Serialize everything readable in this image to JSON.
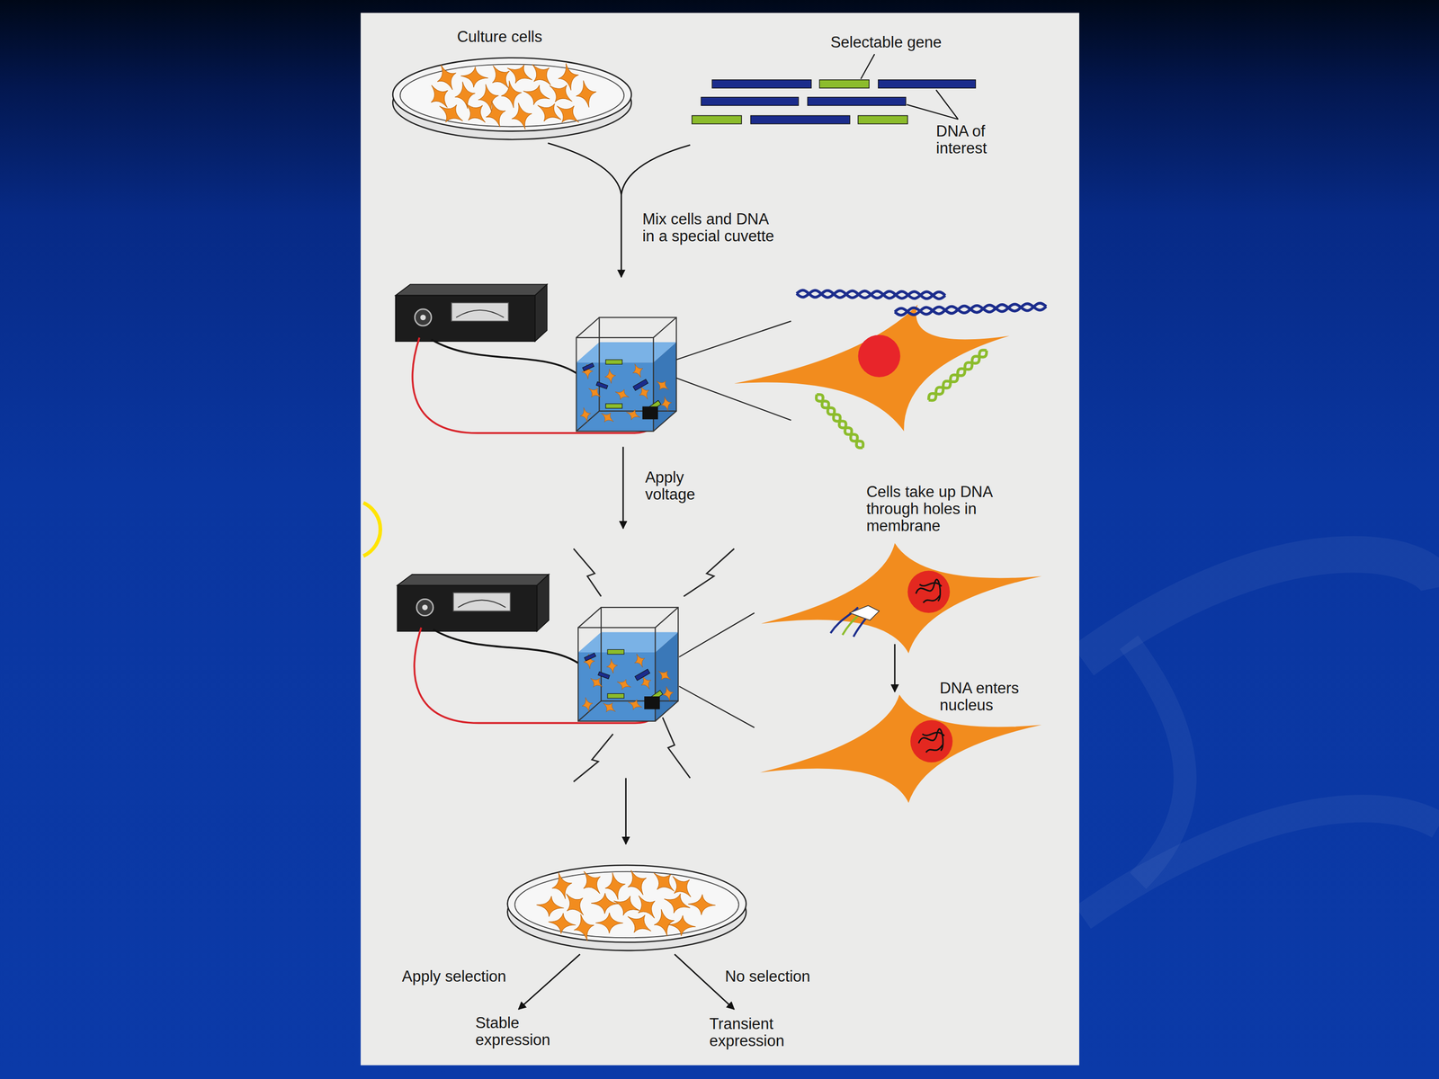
{
  "diagram": {
    "labels": [
      "Culture cells",
      "Selectable gene",
      "DNA of interest",
      "Mix cells and DNA in a special cuvette",
      "Apply voltage",
      "Cells take up DNA through holes in membrane",
      "DNA enters nucleus",
      "Apply selection",
      "No selection",
      "Stable expression",
      "Transient expression"
    ]
  }
}
